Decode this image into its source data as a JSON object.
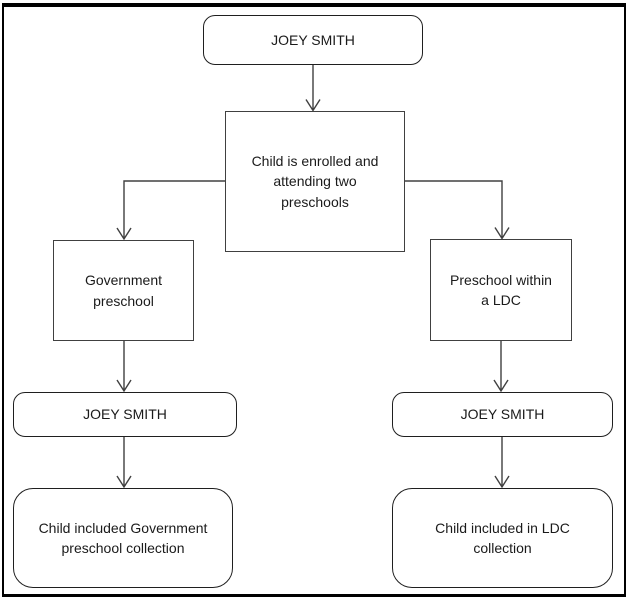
{
  "diagram_type": "flowchart",
  "nodes": {
    "top_joey": {
      "label": "JOEY SMITH",
      "shape": "rounded-rectangle"
    },
    "enrolled": {
      "label": "Child is enrolled and attending two preschools",
      "shape": "rectangle"
    },
    "gov_preschool": {
      "label": "Government preschool",
      "shape": "rectangle"
    },
    "ldc_preschool": {
      "label": "Preschool within a LDC",
      "shape": "rectangle"
    },
    "joey_left": {
      "label": "JOEY SMITH",
      "shape": "rounded-rectangle"
    },
    "joey_right": {
      "label": "JOEY SMITH",
      "shape": "rounded-rectangle"
    },
    "gov_collection": {
      "label": "Child included Government preschool collection",
      "shape": "rounded-rectangle"
    },
    "ldc_collection": {
      "label": "Child included in LDC collection",
      "shape": "rounded-rectangle"
    }
  },
  "edges": [
    {
      "from": "top_joey",
      "to": "enrolled",
      "arrow": "open-v"
    },
    {
      "from": "enrolled",
      "to": "gov_preschool",
      "arrow": "open-v"
    },
    {
      "from": "enrolled",
      "to": "ldc_preschool",
      "arrow": "open-v"
    },
    {
      "from": "gov_preschool",
      "to": "joey_left",
      "arrow": "open-v"
    },
    {
      "from": "ldc_preschool",
      "to": "joey_right",
      "arrow": "open-v"
    },
    {
      "from": "joey_left",
      "to": "gov_collection",
      "arrow": "open-v"
    },
    {
      "from": "joey_right",
      "to": "ldc_collection",
      "arrow": "open-v"
    }
  ],
  "colors": {
    "background": "#ffffff",
    "outer_border": "#000000",
    "box_border": "#404040",
    "rounded_box_border": "#1f1f1f",
    "line": "#404040",
    "text": "#1a1a1a"
  }
}
